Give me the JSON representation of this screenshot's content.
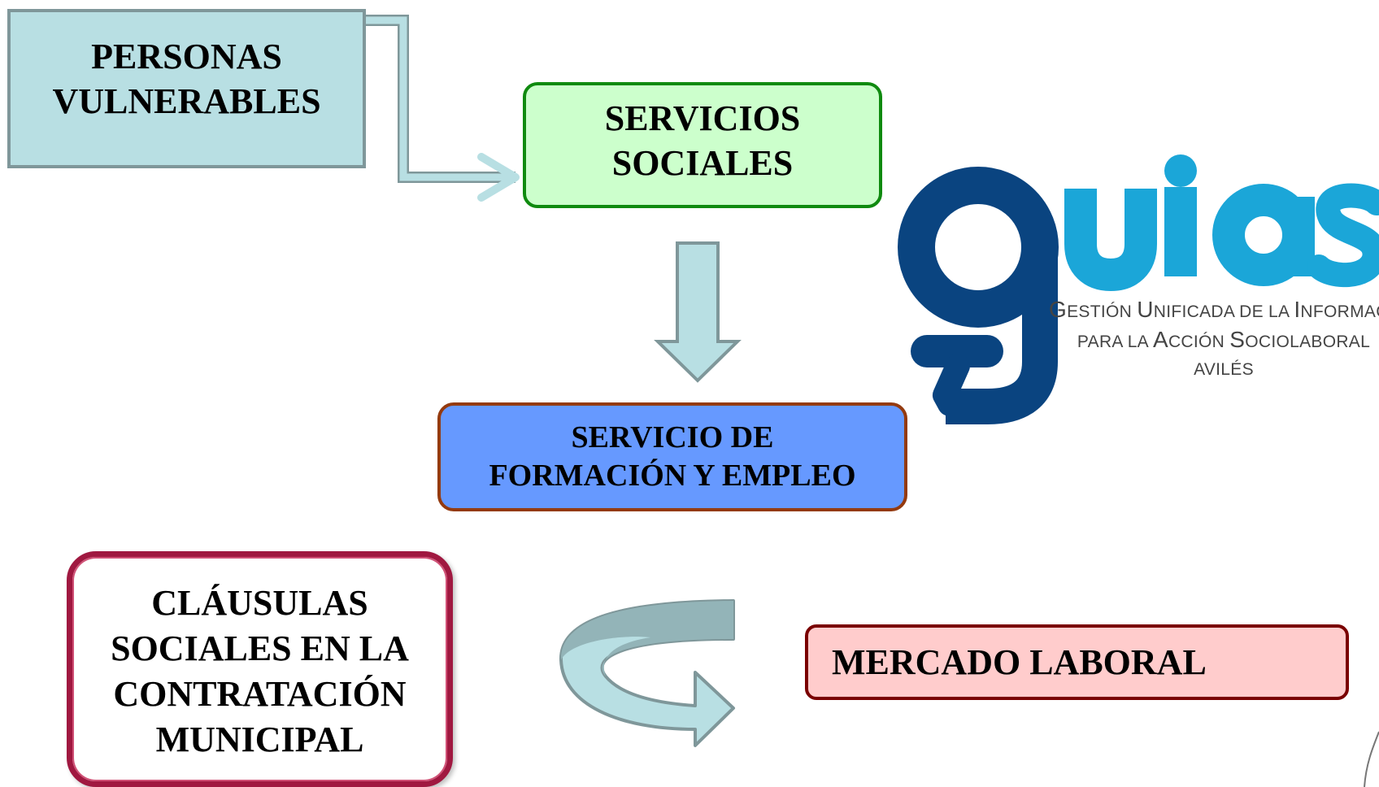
{
  "boxes": {
    "personas": "PERSONAS\nVULNERABLES",
    "servicios_sociales": "SERVICIOS\nSOCIALES",
    "formacion_empleo": "SERVICIO DE\nFORMACIÓN Y EMPLEO",
    "clausulas": "CLÁUSULAS\nSOCIALES EN LA\nCONTRATACIÓN\nMUNICIPAL",
    "mercado": "MERCADO LABORAL"
  },
  "logo": {
    "wordmark": "guias",
    "caption_lines": [
      "Gestión Unificada de la Información",
      "para la Acción Sociolaboral",
      "avilés"
    ],
    "colors": {
      "dark_blue": "#0a4480",
      "light_blue": "#1ba6d8",
      "caption": "#444444"
    }
  },
  "colors": {
    "personas_fill": "#b8dfe3",
    "servicios_fill": "#ccffcc",
    "formacion_fill": "#6699ff",
    "clausulas_border": "#a01840",
    "mercado_fill": "#ffcccc",
    "arrow_fill": "#b8dfe3",
    "arrow_stroke": "#7f979a"
  }
}
